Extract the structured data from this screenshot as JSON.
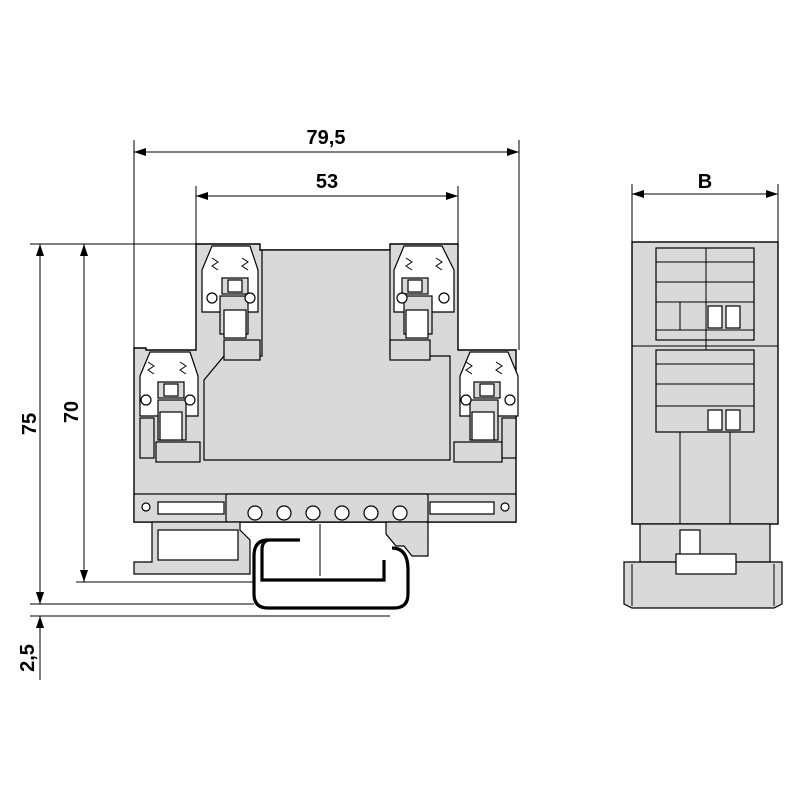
{
  "dimensions": {
    "overall_width": "79,5",
    "inner_width": "53",
    "overall_height": "75",
    "inner_height": "70",
    "rail_offset": "2,5",
    "side_width": "B"
  }
}
